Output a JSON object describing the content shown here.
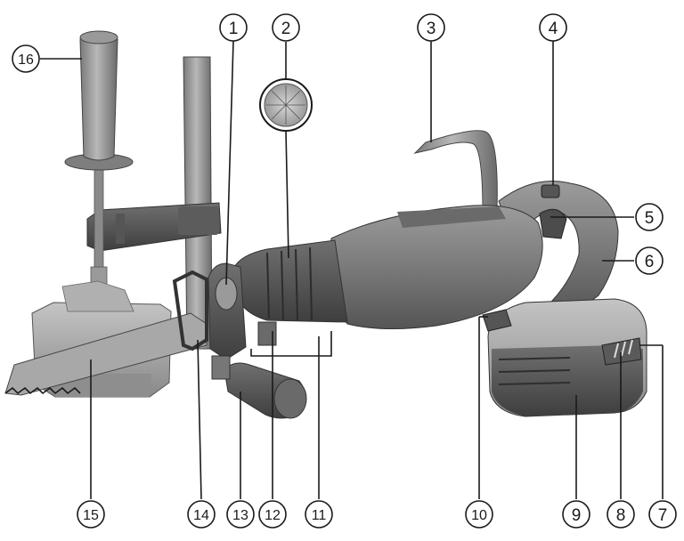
{
  "callouts": [
    {
      "id": 1,
      "label": "1"
    },
    {
      "id": 2,
      "label": "2"
    },
    {
      "id": 3,
      "label": "3"
    },
    {
      "id": 4,
      "label": "4"
    },
    {
      "id": 5,
      "label": "5"
    },
    {
      "id": 6,
      "label": "6"
    },
    {
      "id": 7,
      "label": "7"
    },
    {
      "id": 8,
      "label": "8"
    },
    {
      "id": 9,
      "label": "9"
    },
    {
      "id": 10,
      "label": "10"
    },
    {
      "id": 11,
      "label": "11"
    },
    {
      "id": 12,
      "label": "12"
    },
    {
      "id": 13,
      "label": "13"
    },
    {
      "id": 14,
      "label": "14"
    },
    {
      "id": 15,
      "label": "15"
    },
    {
      "id": 16,
      "label": "16"
    }
  ],
  "colors": {
    "body_dark": "#5a5a5a",
    "body_mid": "#7d7d7d",
    "body_light": "#a6a6a6",
    "highlight": "#c8c8c8",
    "outline": "#1a1a1a"
  },
  "detail_inset": "grease-fitting-detail"
}
